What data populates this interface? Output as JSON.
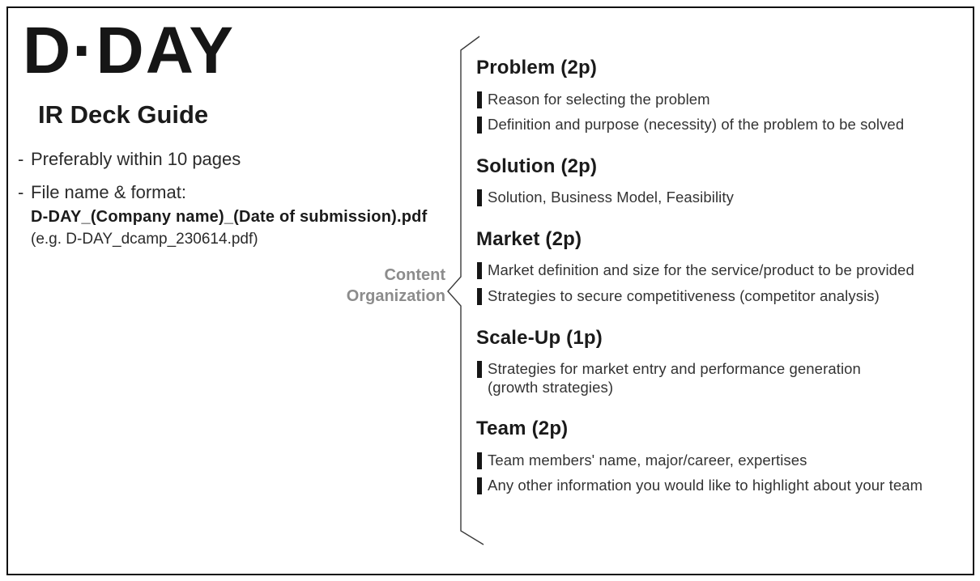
{
  "page": {
    "logo": "D·DAY",
    "subtitle": "IR Deck Guide",
    "dash": "-",
    "notes": [
      {
        "text": "Preferably within 10 pages"
      },
      {
        "text": "File name & format:",
        "filename": "D-DAY_(Company name)_(Date of submission).pdf",
        "example": "(e.g. D-DAY_dcamp_230614.pdf)"
      }
    ]
  },
  "brace_label": {
    "line1": "Content",
    "line2": "Organization"
  },
  "sections": [
    {
      "title": "Problem (2p)",
      "items": [
        "Reason for selecting the problem",
        "Definition and purpose (necessity) of the problem to be solved"
      ]
    },
    {
      "title": "Solution (2p)",
      "items": [
        "Solution, Business Model, Feasibility"
      ]
    },
    {
      "title": "Market (2p)",
      "items": [
        "Market definition and size for the service/product to be provided",
        "Strategies to secure competitiveness (competitor analysis)"
      ]
    },
    {
      "title": "Scale-Up (1p)",
      "items": [
        "Strategies for market entry and performance generation\n(growth strategies)"
      ]
    },
    {
      "title": "Team (2p)",
      "items": [
        "Team members' name, major/career, expertises",
        "Any other information you would like to highlight about your team"
      ]
    }
  ],
  "colors": {
    "text": "#222222",
    "heading": "#1a1a1a",
    "gray_label": "#8c8c8c",
    "bullet_bar": "#161616",
    "border": "#101010",
    "brace": "#3a3a3a"
  }
}
